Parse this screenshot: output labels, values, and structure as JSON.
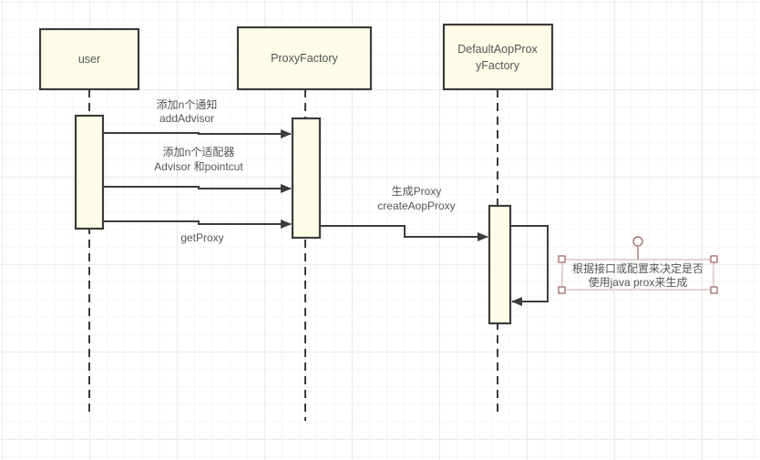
{
  "diagram": {
    "type": "sequence",
    "participants": [
      {
        "id": "user",
        "label_lines": [
          "user"
        ]
      },
      {
        "id": "proxy-factory",
        "label_lines": [
          "ProxyFactory"
        ]
      },
      {
        "id": "default-aop-proxy-factory",
        "label_lines": [
          "DefaultAopProx",
          "yFactory"
        ]
      }
    ],
    "messages": [
      {
        "from": "user",
        "to": "proxy-factory",
        "label_lines": [
          "添加n个通知",
          "addAdvisor"
        ]
      },
      {
        "from": "user",
        "to": "proxy-factory",
        "label_lines": [
          "添加n个适配器",
          "Advisor 和pointcut"
        ]
      },
      {
        "from": "user",
        "to": "proxy-factory",
        "label_lines": [
          "getProxy"
        ]
      },
      {
        "from": "proxy-factory",
        "to": "default-aop-proxy-factory",
        "label_lines": [
          "生成Proxy",
          "createAopProxy"
        ]
      },
      {
        "from": "default-aop-proxy-factory",
        "to": "default-aop-proxy-factory",
        "label_lines": [],
        "self_call": true
      }
    ],
    "note": {
      "label_lines": [
        "根据接口或配置来决定是否",
        "使用java prox来生成"
      ],
      "selected": true
    },
    "colors": {
      "box_fill": "#fdfde8",
      "stroke": "#3c3c3c",
      "text": "#555555",
      "selection_handle": "#9a6060"
    }
  }
}
